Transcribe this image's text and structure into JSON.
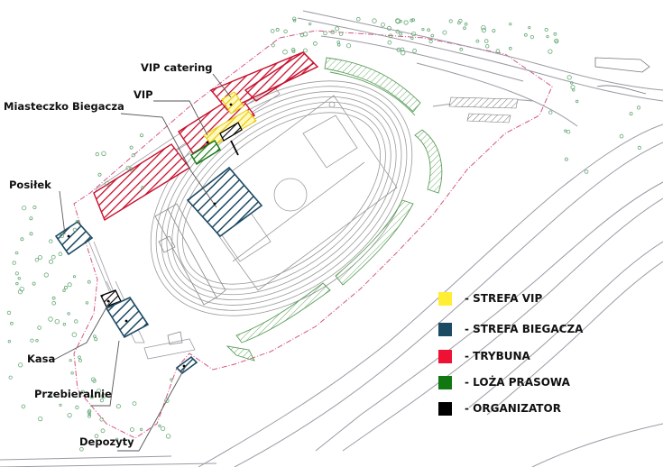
{
  "labels": {
    "vip_catering": "VIP catering",
    "vip": "VIP",
    "miasteczko": "Miasteczko Biegacza",
    "posilek": "Posiłek",
    "kasa": "Kasa",
    "przebieralnie": "Przebieralnie",
    "depozyty": "Depozyty"
  },
  "legend": [
    {
      "text": "- STREFA VIP",
      "color": "#ffee33"
    },
    {
      "text": "- STREFA BIEGACZA",
      "color": "#1d4a63"
    },
    {
      "text": "- TRYBUNA",
      "color": "#ee1133"
    },
    {
      "text": "- LOŻA PRASOWA",
      "color": "#117711"
    },
    {
      "text": "- ORGANIZATOR",
      "color": "#000000"
    }
  ],
  "colors": {
    "vip": "#f2dc20",
    "biegacz": "#1d4a63",
    "trybuna": "#c8102e",
    "prasa": "#117711",
    "organizator": "#000000",
    "boundary": "#d4577f",
    "structure": "#888888",
    "stand_green": "#5a9e5a"
  }
}
